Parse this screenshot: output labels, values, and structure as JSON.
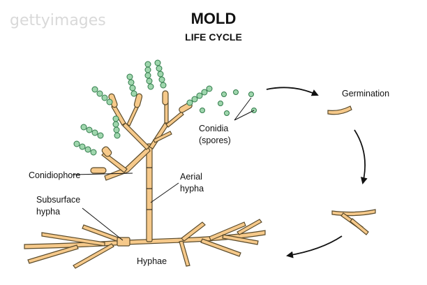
{
  "watermark": "gettyimages",
  "title": "MOLD",
  "subtitle": "LIFE CYCLE",
  "labels": {
    "conidia": "Conidia",
    "spores": "(spores)",
    "germination": "Germination",
    "conidiophore": "Conidiophore",
    "aerial_1": "Aerial",
    "aerial_2": "hypha",
    "subsurface_1": "Subsurface",
    "subsurface_2": "hypha",
    "hyphae": "Hyphae"
  },
  "colors": {
    "hypha_fill": "#f6c98a",
    "hypha_stroke": "#5a4a2a",
    "spore_fill": "#9fd6ad",
    "spore_stroke": "#2f7a49"
  }
}
